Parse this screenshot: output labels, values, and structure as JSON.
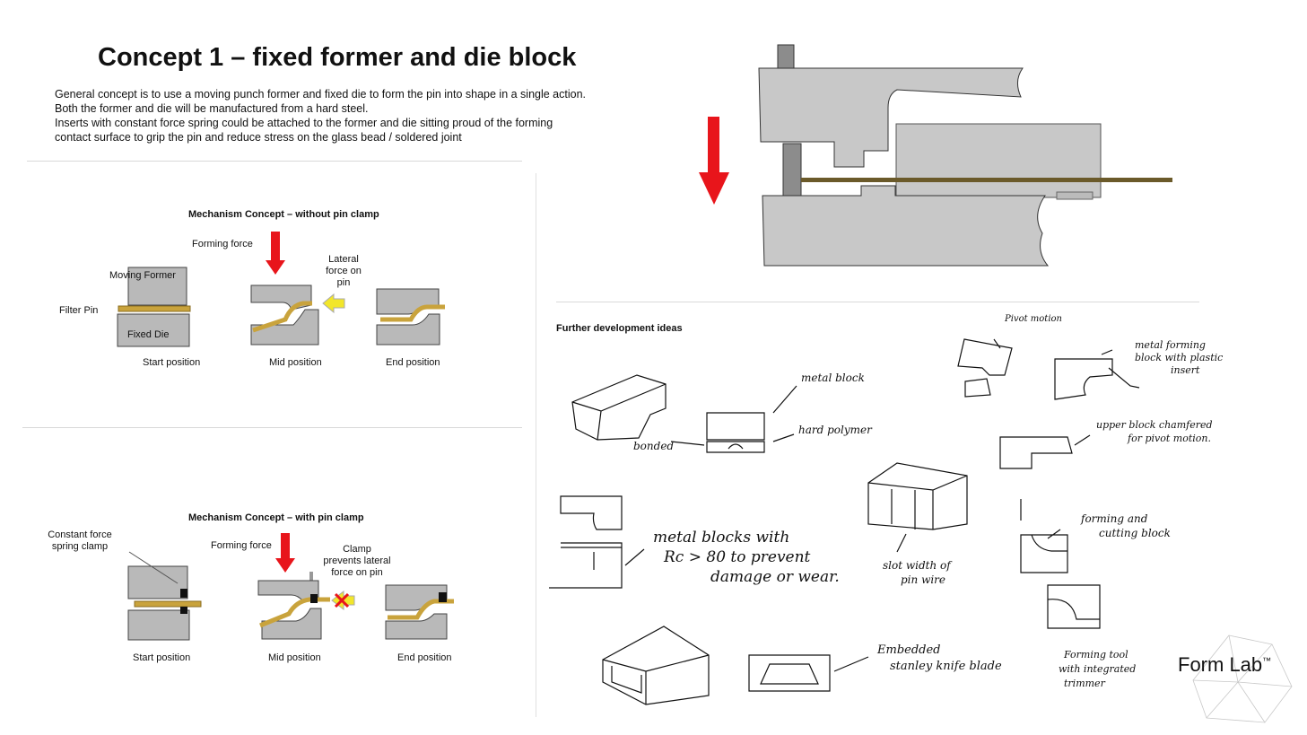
{
  "title": "Concept 1 – fixed former and die block",
  "intro": [
    "General concept is to use a moving punch former and fixed die to form the pin into shape in a single action.",
    "Both the former and die will be manufactured from a hard steel.",
    "Inserts with constant force spring could be attached to the former and die sitting proud of the forming",
    "contact surface to grip the pin and reduce stress on the glass bead / soldered joint"
  ],
  "mechanism_no_clamp": {
    "title": "Mechanism Concept – without pin clamp",
    "forming_force": "Forming force",
    "lateral_force": [
      "Lateral",
      "force on",
      "pin"
    ],
    "moving_former": "Moving Former",
    "filter_pin": "Filter Pin",
    "fixed_die": "Fixed Die",
    "start": "Start position",
    "mid": "Mid position",
    "end": "End position"
  },
  "mechanism_clamp": {
    "title": "Mechanism Concept – with pin clamp",
    "spring_clamp": [
      "Constant force",
      "spring clamp"
    ],
    "forming_force": "Forming force",
    "clamp_note": [
      "Clamp",
      "prevents lateral",
      "force on pin"
    ],
    "start": "Start position",
    "mid": "Mid position",
    "end": "End position"
  },
  "further": {
    "title": "Further development ideas",
    "notes": {
      "pivot_motion": "Pivot motion",
      "metal_forming": [
        "metal forming",
        "block with plastic",
        "insert"
      ],
      "metal_block": "metal block",
      "hard_polymer": "hard polymer",
      "bonded": "bonded",
      "chamfered": [
        "upper block chamfered",
        "for pivot motion."
      ],
      "metal_blocks_rc": [
        "metal blocks with",
        "Rc > 80 to prevent",
        "damage or wear."
      ],
      "slot_width": [
        "slot width of",
        "pin wire"
      ],
      "forming_cutting": [
        "forming and",
        "cutting block"
      ],
      "embedded_blade": [
        "Embedded",
        "stanley knife blade"
      ],
      "forming_tool": [
        "Forming tool",
        "with integrated",
        "trimmer"
      ]
    }
  },
  "brand": "Form Lab",
  "brand_mark": "™",
  "colors": {
    "arrow": "#e8151b",
    "lateral_arrow": "#f2e62a",
    "metal": "#b9b9b9",
    "pin": "#c9a33c",
    "clamp": "#111111"
  }
}
